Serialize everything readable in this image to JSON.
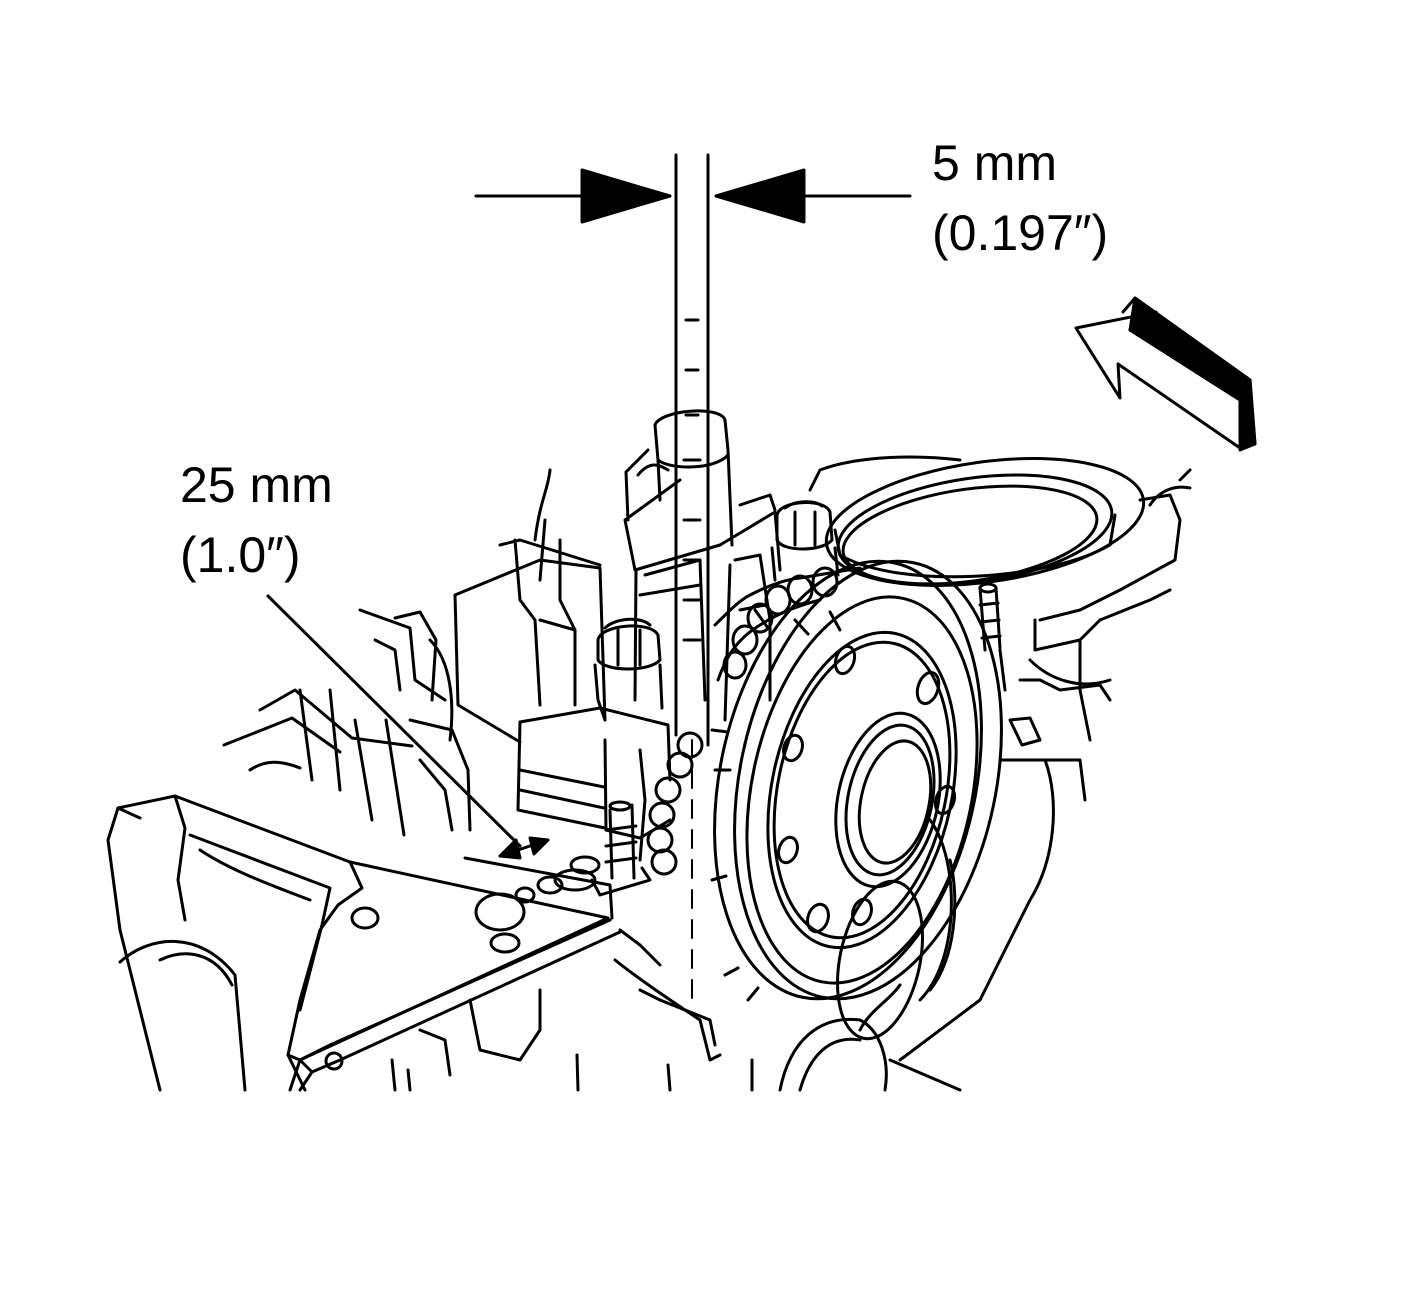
{
  "dimensions": {
    "gap": {
      "metric": "5 mm",
      "imperial": "(0.197″)"
    },
    "offset": {
      "metric": "25 mm",
      "imperial": "(1.0″)"
    }
  },
  "colors": {
    "line": "#000000",
    "background": "#ffffff"
  },
  "icons": {
    "view_direction": "view-direction-arrow-icon"
  }
}
